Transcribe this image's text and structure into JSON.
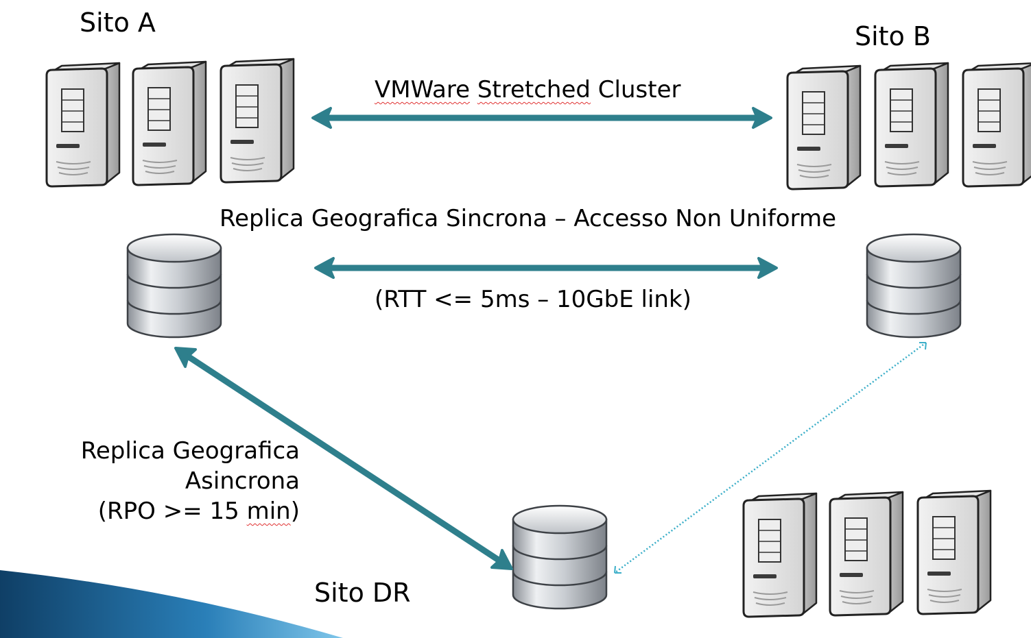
{
  "sites": {
    "a": "Sito A",
    "b": "Sito B",
    "dr": "Sito DR"
  },
  "links": {
    "stretched_cluster": {
      "word1": "VMWare",
      "word2": "Stretched",
      "word3": "Cluster"
    },
    "sync_replica": {
      "title": "Replica Geografica Sincrona – Accesso Non Uniforme",
      "detail": "(RTT <= 5ms – 10GbE link)"
    },
    "async_replica": {
      "line1": "Replica Geografica",
      "line2": "Asincrona",
      "line3_prefix": "(RPO >= 15 ",
      "line3_unit": "min",
      "line3_suffix": ")"
    }
  },
  "icons": {
    "server": "server-tower-icon",
    "storage": "database-storage-icon"
  },
  "colors": {
    "link_arrow": "#2e7f8c",
    "dr_link_dotted": "#3aaec8",
    "background": "#ffffff",
    "accent_wedge": "#1a5a8c"
  }
}
